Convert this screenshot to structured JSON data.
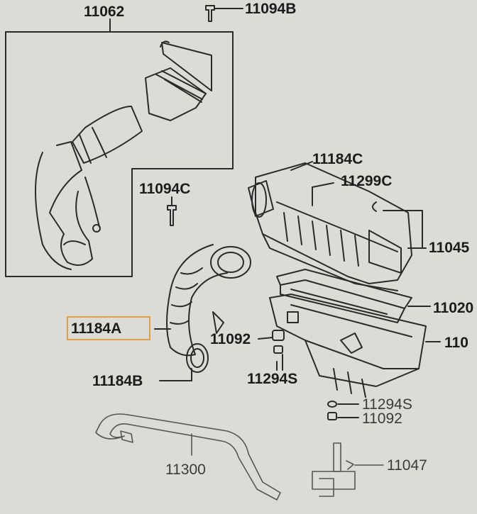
{
  "labels": {
    "p11062": "11062",
    "p11094b": "11094B",
    "p11184c": "11184C",
    "p11299c": "11299C",
    "p11094c": "11094C",
    "p11045": "11045",
    "p11020": "11020",
    "p110": "110",
    "p11184a": "11184A",
    "p11092a": "11092",
    "p11184b": "11184B",
    "p11294s_a": "11294S",
    "p11294s_b": "11294S",
    "p11092b": "11092",
    "p11300": "11300",
    "p11047": "11047"
  },
  "highlight_part": "11184A",
  "colors": {
    "background": "#dcdcd6",
    "line": "#2a2a2a",
    "highlight": "#e0a04a"
  }
}
